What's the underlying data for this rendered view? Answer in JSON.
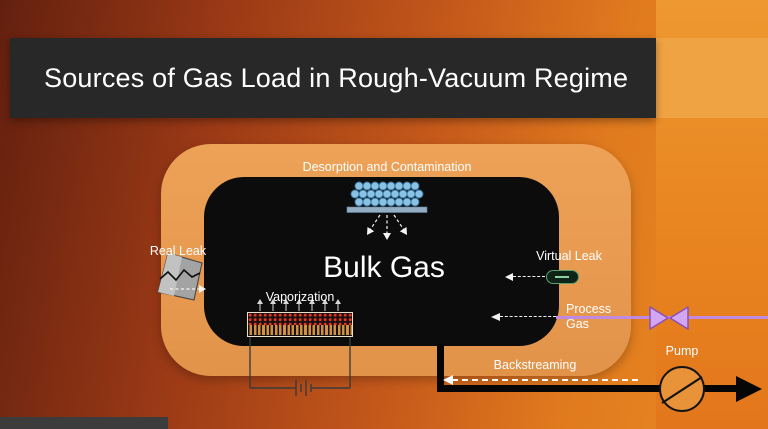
{
  "slide": {
    "title": "Sources of Gas Load in Rough-Vacuum Regime"
  },
  "chamber": {
    "label": "Bulk Gas"
  },
  "sources": {
    "desorption": {
      "label": "Desorption and Contamination"
    },
    "real_leak": {
      "label": "Real Leak"
    },
    "vaporization": {
      "label": "Vaporization"
    },
    "virtual_leak": {
      "label": "Virtual Leak"
    },
    "process_gas": {
      "label": "Process Gas"
    },
    "backstreaming": {
      "label": "Backstreaming"
    }
  },
  "pump": {
    "label": "Pump"
  },
  "icons": {
    "molecules": "desorption-molecule-cluster",
    "crack": "real-leak-crack",
    "heater": "vaporization-heater-with-battery-circuit",
    "capsule": "virtual-leak-trapped-volume",
    "valve": "process-gas-valve",
    "pump": "rotary-pump-circle"
  },
  "colors": {
    "background_dark": "#63200f",
    "background_orange": "#e98a22",
    "title_banner": "#282828",
    "panel_orange": "#e69a4e",
    "chamber_black": "#0c0c0c",
    "molecule_blue": "#8ac2e4",
    "process_purple": "#c18ae2",
    "pump_orange": "#e8923a",
    "heater_red": "#e63424",
    "leak_gray": "#a3a3a3",
    "virtual_leak_green": "#57a06b",
    "text_white": "#ffffff"
  }
}
